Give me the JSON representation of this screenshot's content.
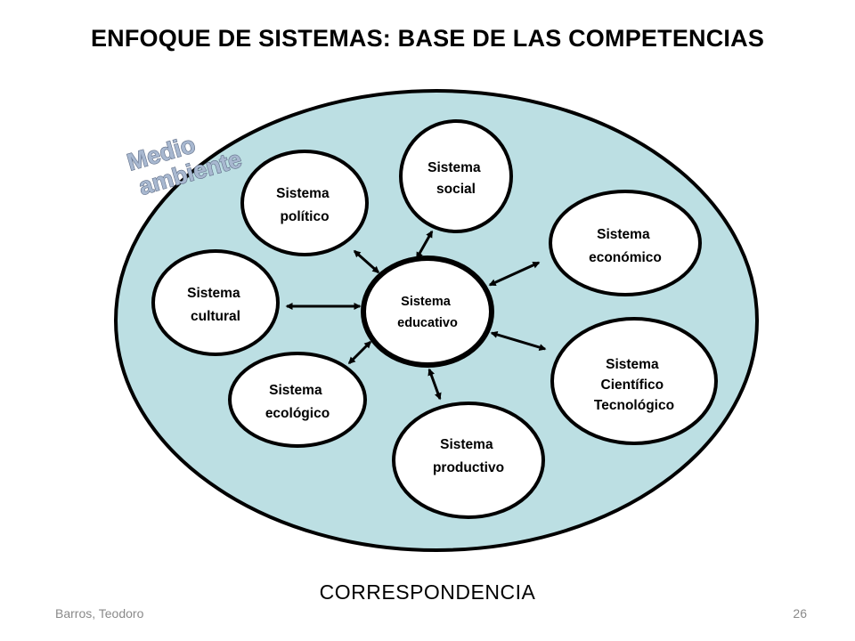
{
  "title": "ENFOQUE DE SISTEMAS: BASE DE LAS COMPETENCIAS",
  "environment_label": [
    "Medio",
    "ambiente"
  ],
  "center": {
    "lines": [
      "Sistema",
      "educativo"
    ]
  },
  "nodes": {
    "social": {
      "lines": [
        "Sistema",
        "social"
      ]
    },
    "politico": {
      "lines": [
        "Sistema",
        "político"
      ]
    },
    "economico": {
      "lines": [
        "Sistema",
        "económico"
      ]
    },
    "cultural": {
      "lines": [
        "Sistema",
        "cultural"
      ]
    },
    "cientifico": {
      "lines": [
        "Sistema",
        "Científico",
        "Tecnológico"
      ]
    },
    "ecologico": {
      "lines": [
        "Sistema",
        "ecológico"
      ]
    },
    "productivo": {
      "lines": [
        "Sistema",
        "productivo"
      ]
    }
  },
  "caption": "CORRESPONDENCIA",
  "footer": {
    "author": "Barros, Teodoro",
    "page": "26"
  },
  "colors": {
    "environment_fill": "#bcdfe3",
    "node_fill": "#ffffff",
    "stroke": "#000000",
    "watermark": "#a8b8d0"
  }
}
